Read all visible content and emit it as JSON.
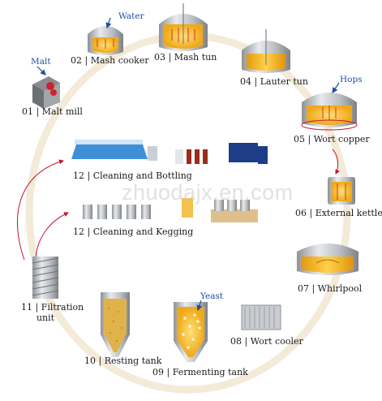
{
  "watermark": "zhuodajx.en.com",
  "steps": [
    {
      "num": "01",
      "name": "Malt mill"
    },
    {
      "num": "02",
      "name": "Mash cooker"
    },
    {
      "num": "03",
      "name": "Mash tun"
    },
    {
      "num": "04",
      "name": "Lauter tun"
    },
    {
      "num": "05",
      "name": "Wort copper"
    },
    {
      "num": "06",
      "name": "External kettle"
    },
    {
      "num": "07",
      "name": "Whirlpool"
    },
    {
      "num": "08",
      "name": "Wort cooler"
    },
    {
      "num": "09",
      "name": "Fermenting tank"
    },
    {
      "num": "10",
      "name": "Resting tank"
    },
    {
      "num": "11",
      "name": "Filtration",
      "name2": "unit"
    },
    {
      "num": "12",
      "name": "Cleaning and Bottling"
    },
    {
      "num": "12",
      "name": "Cleaning and Kegging"
    }
  ],
  "ingredients": {
    "malt": "Malt",
    "water": "Water",
    "hops": "Hops",
    "yeast": "Yeast"
  },
  "separator": " | ",
  "colors": {
    "ring": "#f3ead7",
    "arrow_red": "#c8102e",
    "ingredient_blue": "#1f4fa0",
    "liquid": "#f2b41c",
    "steel": "#b8bcc0"
  }
}
